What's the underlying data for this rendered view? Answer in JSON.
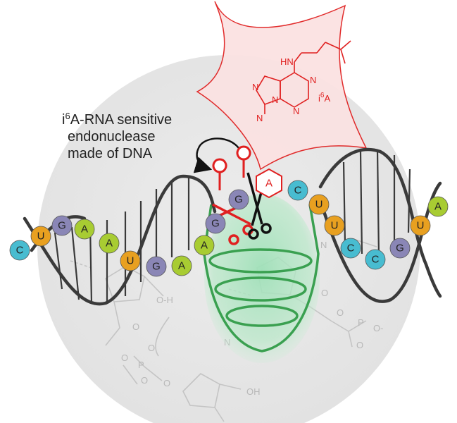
{
  "caption": {
    "line1_prefix": "i",
    "line1_sup": "6",
    "line1_rest": "A-RNA sensitive",
    "line2": "endonuclease",
    "line3": "made of DNA"
  },
  "molecule": {
    "nh": "HN",
    "n_atom": "N",
    "label_prefix": "i",
    "label_sup": "6",
    "label_rest": "A",
    "modified_base": "A"
  },
  "left_strand": [
    {
      "letter": "C",
      "type": "C"
    },
    {
      "letter": "U",
      "type": "U"
    },
    {
      "letter": "G",
      "type": "G"
    },
    {
      "letter": "A",
      "type": "A"
    },
    {
      "letter": "A",
      "type": "A"
    },
    {
      "letter": "U",
      "type": "U"
    },
    {
      "letter": "G",
      "type": "G"
    },
    {
      "letter": "A",
      "type": "A"
    },
    {
      "letter": "A",
      "type": "A"
    }
  ],
  "cleavage_bases": [
    {
      "letter": "G",
      "type": "G"
    },
    {
      "letter": "G",
      "type": "G"
    }
  ],
  "right_strand": [
    {
      "letter": "C",
      "type": "C"
    },
    {
      "letter": "U",
      "type": "U"
    },
    {
      "letter": "U",
      "type": "U"
    },
    {
      "letter": "C",
      "type": "C"
    },
    {
      "letter": "C",
      "type": "C"
    },
    {
      "letter": "G",
      "type": "G"
    },
    {
      "letter": "U",
      "type": "U"
    },
    {
      "letter": "A",
      "type": "A"
    }
  ],
  "background_chem": {
    "oh_left": "O-H",
    "o": "O",
    "p": "P",
    "oh": "OH",
    "n": "N",
    "o_minus": "O-"
  },
  "colors": {
    "A": "#a8cc32",
    "U": "#e8a020",
    "G": "#8a86b6",
    "C": "#48bcd0",
    "accent": "#e02020",
    "helix": "#3a3a3a",
    "enzyme": "#3aa050"
  }
}
